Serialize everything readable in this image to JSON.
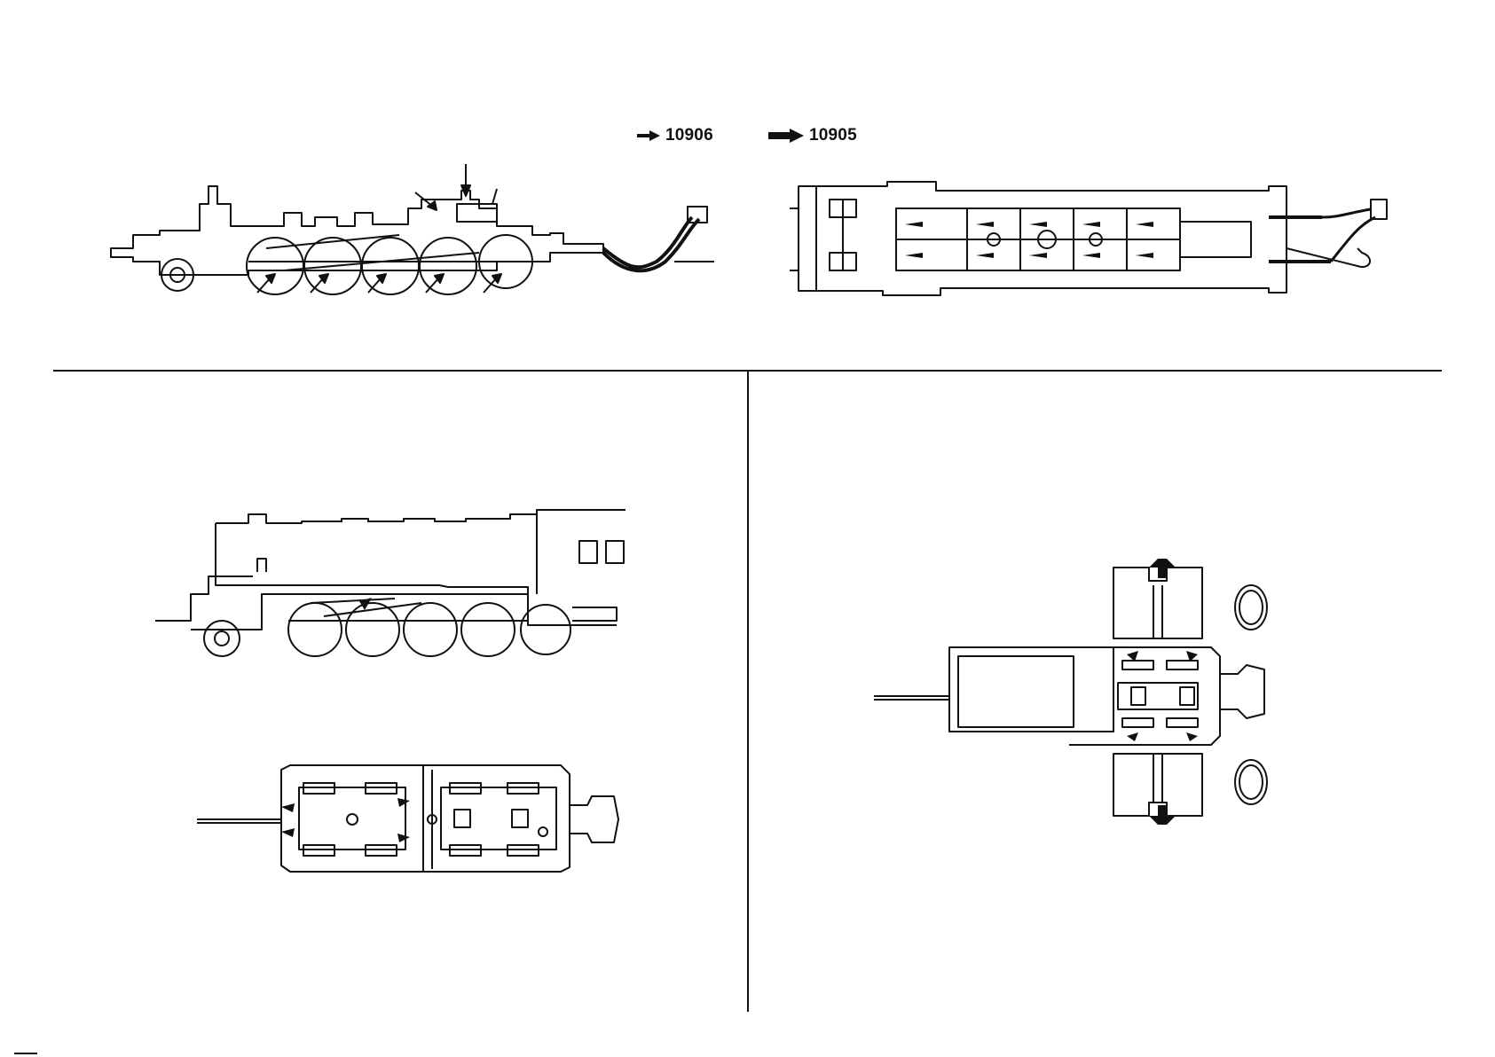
{
  "legend": {
    "items": [
      {
        "label": "10906",
        "arrow": "small-arrow-icon"
      },
      {
        "label": "10905",
        "arrow": "large-arrow-icon"
      }
    ]
  },
  "figures": [
    {
      "name": "locomotive-chassis-side-view"
    },
    {
      "name": "locomotive-chassis-bottom-view"
    },
    {
      "name": "locomotive-with-body-side-view"
    },
    {
      "name": "tender-bottom-view"
    },
    {
      "name": "tender-bogie-removal-view"
    }
  ],
  "colors": {
    "ink": "#111111",
    "paper": "#ffffff"
  }
}
